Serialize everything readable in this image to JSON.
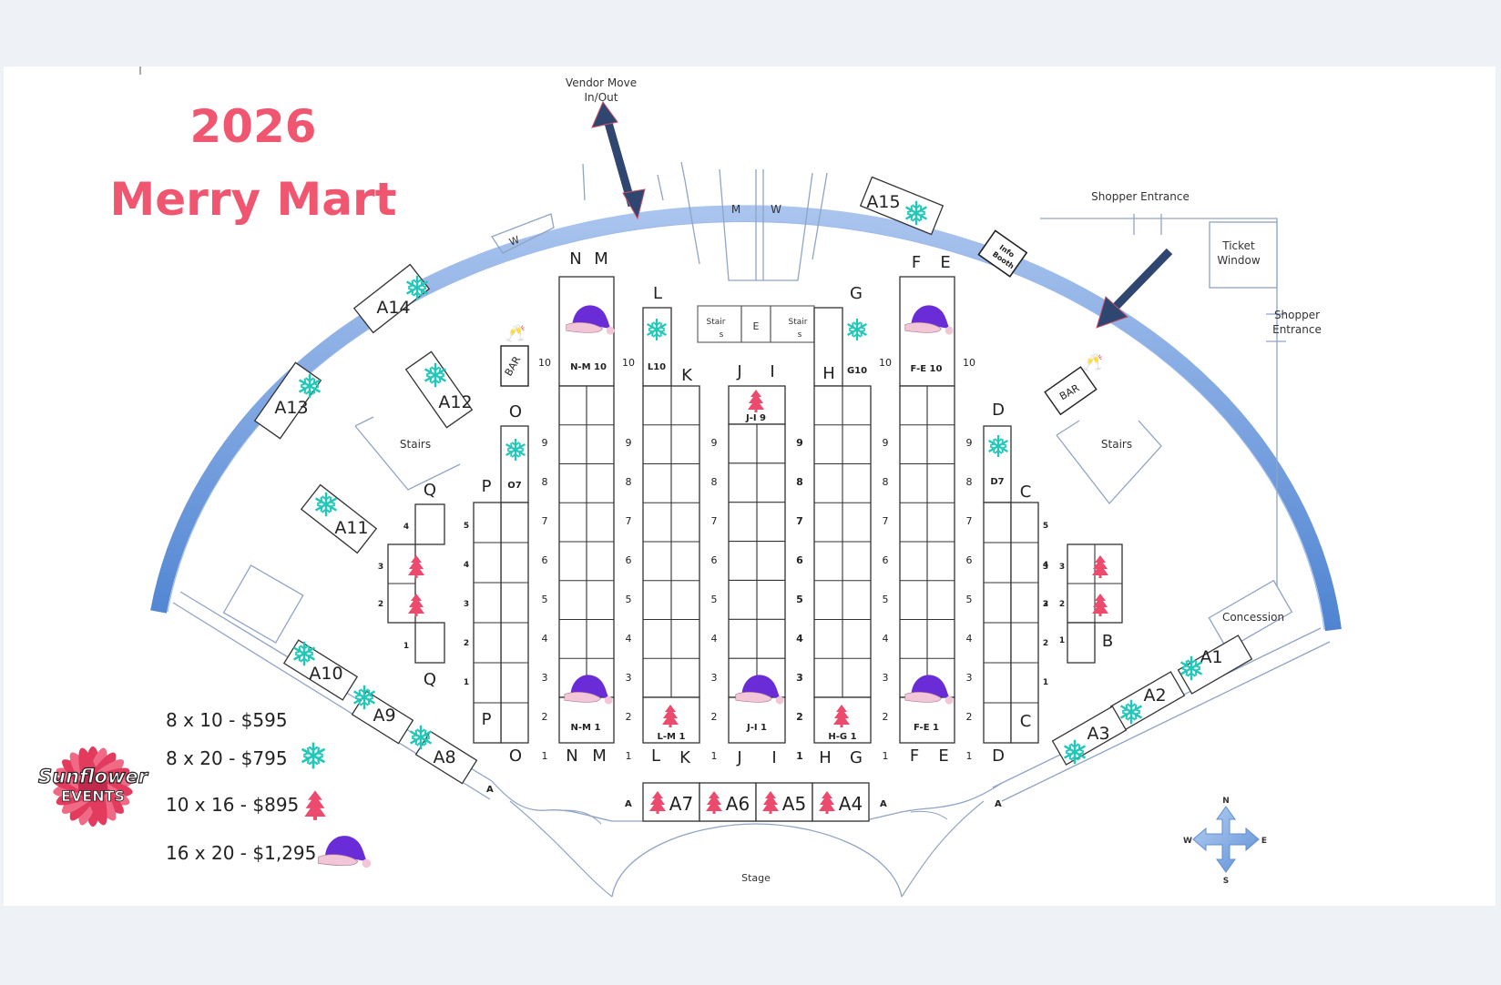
{
  "event": {
    "year": "2026",
    "name": "Merry Mart",
    "logo_text": "Sunflower",
    "logo_subtext": "EVENTS"
  },
  "colors": {
    "title": "#f0566f",
    "arc": "#5d8ed6",
    "arrow": "#2f4670",
    "snowflake": "#1fc8b8",
    "tree": "#ec4b6d",
    "hat": "#6a2cd6",
    "grid": "#333333"
  },
  "labels": {
    "vendor_move": [
      "Vendor Move",
      "In/Out"
    ],
    "shopper_entrance_top": "Shopper Entrance",
    "shopper_entrance_side": [
      "Shopper",
      "Entrance"
    ],
    "ticket_window": [
      "Ticket",
      "Window"
    ],
    "info_booth": [
      "Info",
      "Booth"
    ],
    "stairs": "Stairs",
    "stairs_split": [
      "Stair",
      "s"
    ],
    "bar": "BAR",
    "concession": "Concession",
    "stage": "Stage",
    "restroom_w": "W",
    "restroom_m": "M",
    "elevator": "E",
    "aisle_a": "A"
  },
  "compass": {
    "n": "N",
    "s": "S",
    "e": "E",
    "w": "W"
  },
  "legend": [
    {
      "text": "8 x 10 - $595",
      "icon": "none"
    },
    {
      "text": "8 x 20 - $795",
      "icon": "snowflake-icon"
    },
    {
      "text": "10 x 16 - $895",
      "icon": "tree-icon"
    },
    {
      "text": "16 x 20 - $1,295",
      "icon": "santa-hat-icon"
    }
  ],
  "row_labels": {
    "top": [
      "N",
      "M",
      "L",
      "G",
      "F",
      "E",
      "Q",
      "P",
      "O",
      "D",
      "C",
      "J",
      "I",
      "H",
      "K"
    ],
    "bottom": [
      "O",
      "N",
      "M",
      "L",
      "K",
      "J",
      "I",
      "H",
      "G",
      "F",
      "E",
      "D",
      "C",
      "Q",
      "P",
      "B"
    ]
  },
  "booth_numbers": [
    "1",
    "2",
    "3",
    "4",
    "5",
    "6",
    "7",
    "8",
    "9",
    "10"
  ],
  "booth_labels": {
    "nm10": "N-M 10",
    "l10": "L10",
    "g10": "G10",
    "fe10": "F-E 10",
    "ji9": "J-I 9",
    "o7": "O7",
    "d7": "D7",
    "nm1": "N-M 1",
    "lm1": "L-M 1",
    "ji1": "J-I 1",
    "hg1": "H-G 1",
    "fe1": "F-E 1"
  },
  "premium_booths": [
    "A1",
    "A2",
    "A3",
    "A4",
    "A5",
    "A6",
    "A7",
    "A8",
    "A9",
    "A10",
    "A11",
    "A12",
    "A13",
    "A14",
    "A15"
  ]
}
